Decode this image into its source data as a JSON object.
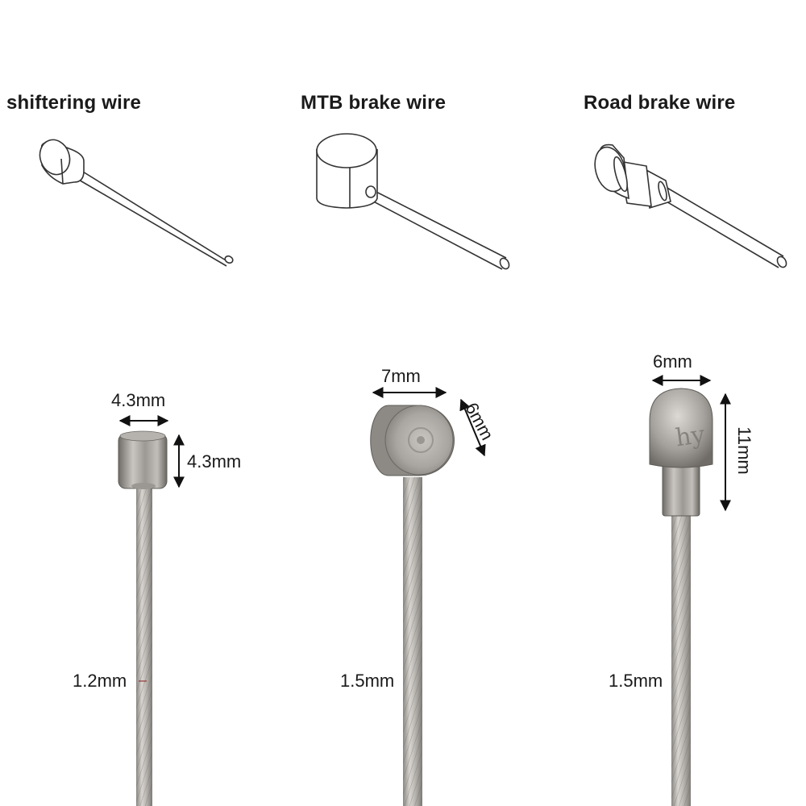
{
  "titles": {
    "shifter": "shiftering wire",
    "mtb": "MTB brake wire",
    "road": "Road brake wire"
  },
  "shifter_dims": {
    "head_width": "4.3mm",
    "head_height": "4.3mm",
    "wire_diameter": "1.2mm"
  },
  "mtb_dims": {
    "head_width": "7mm",
    "head_depth": "6mm",
    "wire_diameter": "1.5mm"
  },
  "road_dims": {
    "head_width": "6mm",
    "head_height": "11mm",
    "wire_diameter": "1.5mm"
  },
  "colors": {
    "metal_dark": "#7d7a76",
    "metal_light": "#d6d3cf",
    "outline": "#333333"
  }
}
